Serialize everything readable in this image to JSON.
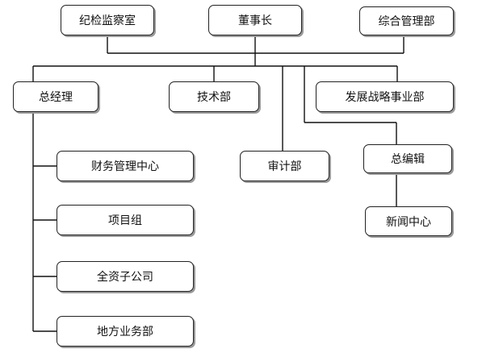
{
  "org": {
    "jijian": "纪检监察室",
    "chairman": "董事长",
    "zonghe": "综合管理部",
    "gm": "总经理",
    "tech": "技术部",
    "strategy": "发展战略事业部",
    "finance": "财务管理中心",
    "audit": "审计部",
    "editor": "总编辑",
    "project": "项目组",
    "subsidiary": "全资子公司",
    "regional": "地方业务部",
    "news": "新闻中心"
  }
}
